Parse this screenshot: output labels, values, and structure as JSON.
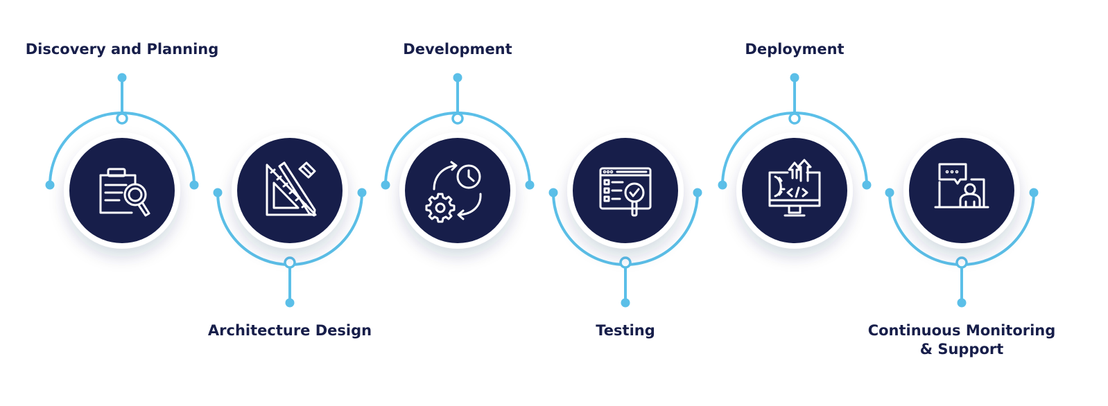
{
  "colors": {
    "navy": "#171e4a",
    "accent": "#5bbfe8",
    "background": "#ffffff",
    "halo": "#ffffff"
  },
  "steps": [
    {
      "lines": [
        "Discovery and Planning"
      ],
      "icon": "clipboard-search-icon"
    },
    {
      "lines": [
        "Architecture Design"
      ],
      "icon": "triangle-ruler-pencil-icon"
    },
    {
      "lines": [
        "Development"
      ],
      "icon": "gear-clock-cycle-icon"
    },
    {
      "lines": [
        "Testing"
      ],
      "icon": "browser-checklist-magnifier-icon"
    },
    {
      "lines": [
        "Deployment"
      ],
      "icon": "monitor-code-upload-icon"
    },
    {
      "lines": [
        "Continuous Monitoring",
        "& Support"
      ],
      "icon": "support-agent-chat-icon"
    }
  ]
}
